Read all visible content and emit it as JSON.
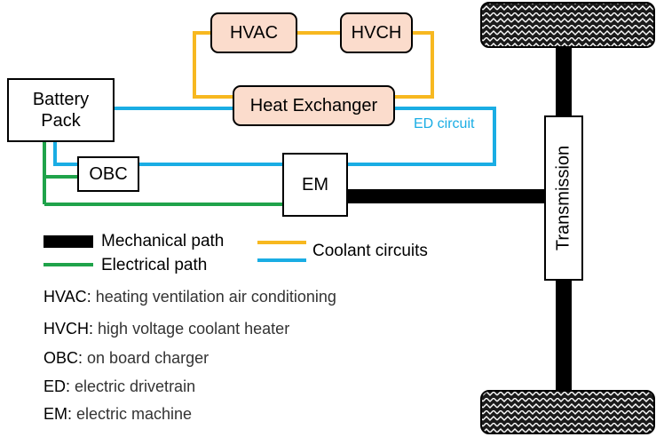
{
  "components": {
    "hvac": "HVAC",
    "hvch": "HVCH",
    "heat_exchanger": "Heat Exchanger",
    "battery_pack": "Battery\nPack",
    "obc": "OBC",
    "em": "EM",
    "transmission": "Transmission"
  },
  "labels": {
    "ed_circuit": "ED circuit"
  },
  "legend": {
    "mechanical": "Mechanical path",
    "electrical": "Electrical path",
    "coolant": "Coolant circuits"
  },
  "abbreviations": [
    {
      "abbr": "HVAC",
      "definition": "heating ventilation air conditioning"
    },
    {
      "abbr": "HVCH",
      "definition": "high voltage coolant heater"
    },
    {
      "abbr": "OBC",
      "definition": "on board charger"
    },
    {
      "abbr": "ED",
      "definition": "electric drivetrain"
    },
    {
      "abbr": "EM",
      "definition": "electric machine"
    }
  ],
  "colors": {
    "coolant": "#f7b820",
    "ed_circuit": "#1aade4",
    "electrical": "#1fa34a",
    "mechanical": "#000000",
    "component_fill": "#fbdccc"
  }
}
